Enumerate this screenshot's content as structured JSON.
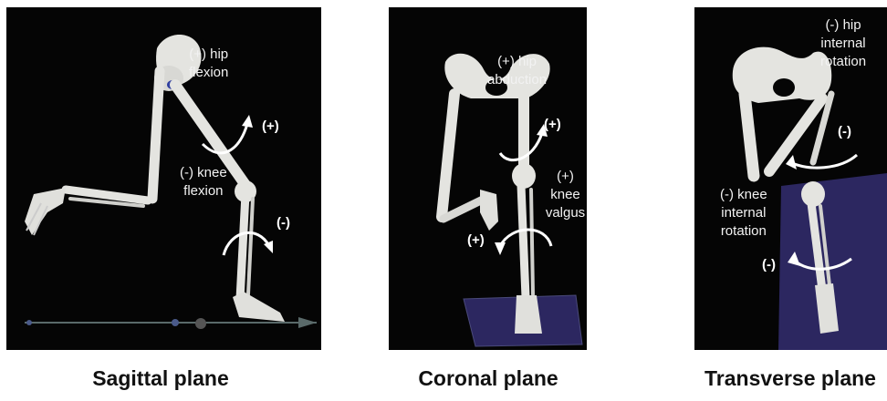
{
  "panels": [
    {
      "hip_label": "(+) hip\nflexion",
      "hip_sign": "(+)",
      "knee_label": "(-) knee\nflexion",
      "knee_sign": "(-)",
      "caption": "Sagittal plane"
    },
    {
      "hip_label": "(+) hip\nabduction",
      "hip_sign": "(+)",
      "knee_label": "(+) knee\nvalgus",
      "knee_sign": "(+)",
      "caption": "Coronal plane"
    },
    {
      "hip_label": "(-) hip\ninternal\nrotation",
      "hip_sign": "(-)",
      "knee_label": "(-) knee\ninternal\nrotation",
      "knee_sign": "(-)",
      "caption": "Transverse plane"
    }
  ],
  "colors": {
    "background": "#050505",
    "bone": "#e4e4e0",
    "arrow": "#ffffff",
    "floor_plate": "#2c2760",
    "caption_text": "#111111"
  }
}
